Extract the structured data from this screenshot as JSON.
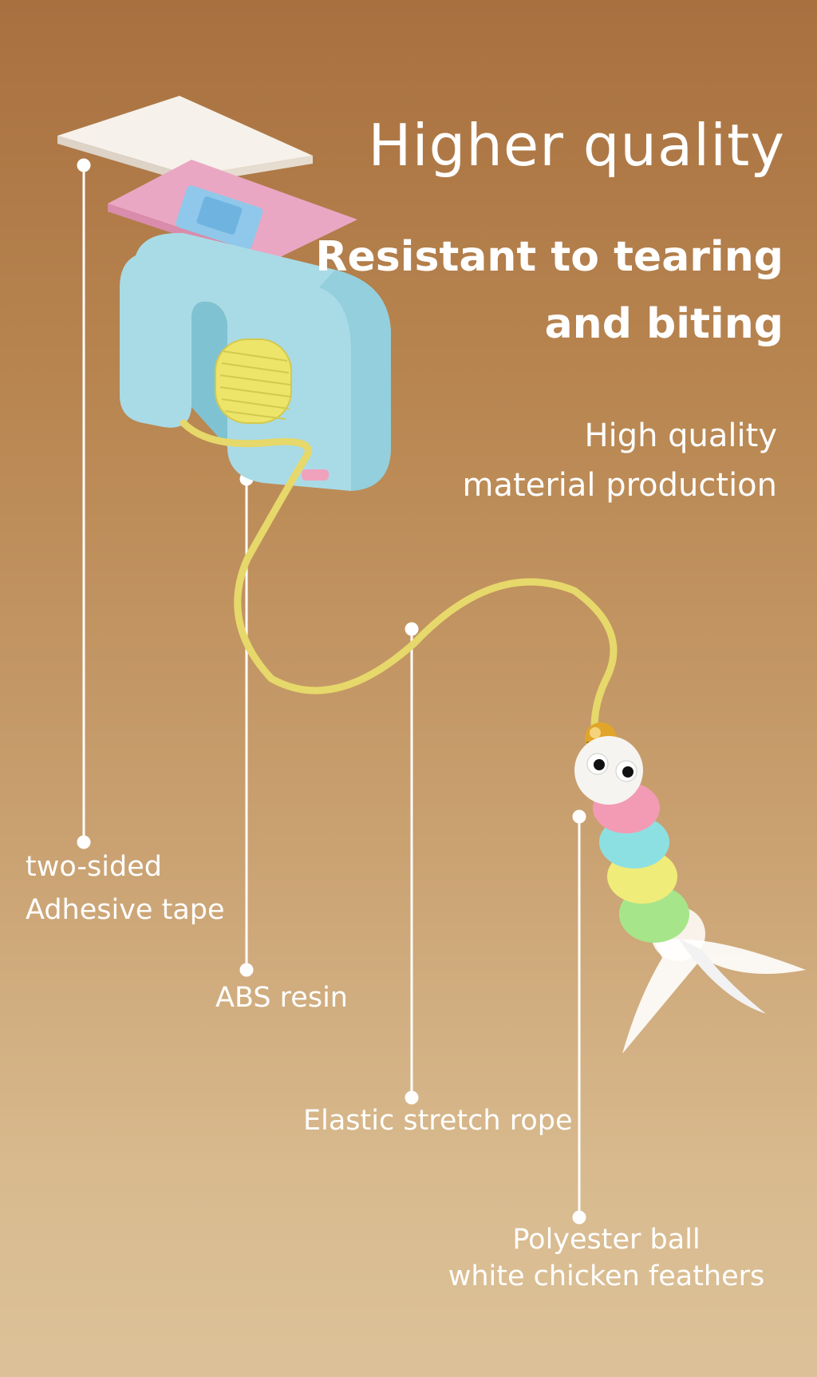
{
  "headline": {
    "title": "Higher quality",
    "subtitle_line1": "Resistant to tearing",
    "subtitle_line2": "and biting",
    "description_line1": "High quality",
    "description_line2": "material production"
  },
  "callouts": {
    "tape_line1": "two-sided",
    "tape_line2": "Adhesive tape",
    "abs": "ABS resin",
    "rope": "Elastic stretch rope",
    "ball_line1": "Polyester ball",
    "ball_line2": "white chicken feathers"
  },
  "colors": {
    "background_top": "#a8703f",
    "background_bottom": "#dcc198",
    "text": "#ffffff",
    "adhesive_pad": "#f3ede6",
    "pink_plate": "#eaa7c3",
    "abs_body": "#a9dbe6",
    "spring": "#ede46a",
    "rope": "#e6d86a",
    "bell": "#e0a52a",
    "ball_pink": "#f39bb4",
    "ball_cyan": "#8de0e2",
    "ball_yellow": "#f0ec79",
    "ball_green": "#a7e58a"
  }
}
